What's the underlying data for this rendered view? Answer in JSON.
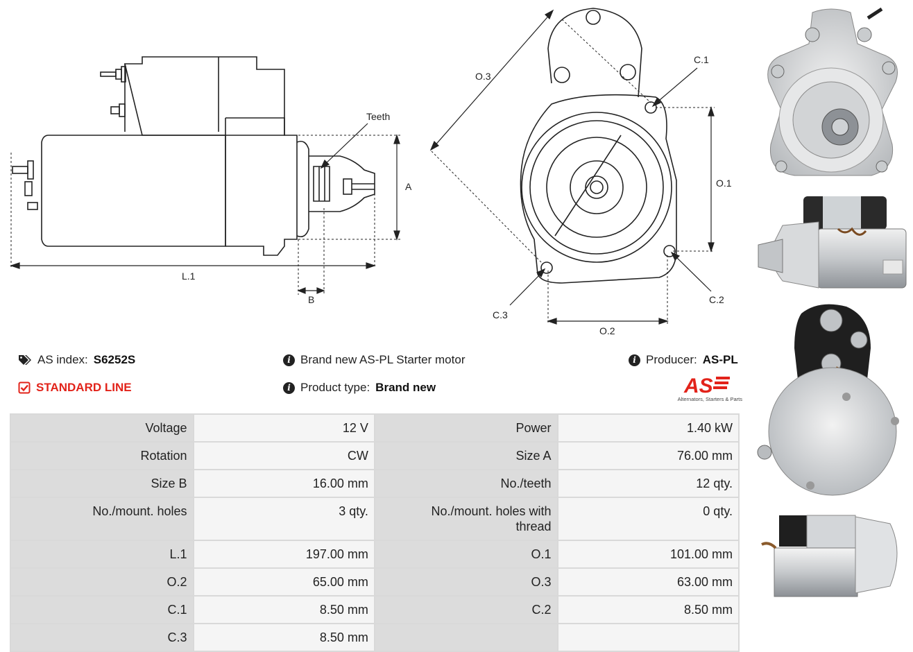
{
  "drawing": {
    "side_labels": {
      "teeth": "Teeth",
      "a": "A",
      "b": "B",
      "l1": "L.1"
    },
    "front_labels": {
      "o3": "O.3",
      "o1": "O.1",
      "o2": "O.2",
      "c1": "C.1",
      "c2": "C.2",
      "c3": "C.3"
    }
  },
  "info": {
    "as_index_label": "AS index:",
    "as_index_value": "S6252S",
    "line_label": "STANDARD LINE",
    "description": "Brand new AS-PL Starter motor",
    "product_type_label": "Product type:",
    "product_type_value": "Brand new",
    "producer_label": "Producer:",
    "producer_value": "AS-PL"
  },
  "logo": {
    "mark": "AS",
    "tagline": "Alternators, Starters & Parts"
  },
  "specs": [
    [
      "Voltage",
      "12 V",
      "Power",
      "1.40 kW"
    ],
    [
      "Rotation",
      "CW",
      "Size A",
      "76.00 mm"
    ],
    [
      "Size B",
      "16.00 mm",
      "No./teeth",
      "12 qty."
    ],
    [
      "No./mount. holes",
      "3 qty.",
      "No./mount. holes with thread",
      "0 qty."
    ],
    [
      "L.1",
      "197.00 mm",
      "O.1",
      "101.00 mm"
    ],
    [
      "O.2",
      "65.00 mm",
      "O.3",
      "63.00 mm"
    ],
    [
      "C.1",
      "8.50 mm",
      "C.2",
      "8.50 mm"
    ],
    [
      "C.3",
      "8.50 mm",
      "",
      ""
    ]
  ],
  "colors": {
    "accent_red": "#e2231a",
    "table_label_bg": "#dcdcdc",
    "table_value_bg": "#f5f5f5"
  },
  "icons": {
    "tag": "tags-icon",
    "check": "check-square-icon",
    "info": "info-circle-icon"
  }
}
